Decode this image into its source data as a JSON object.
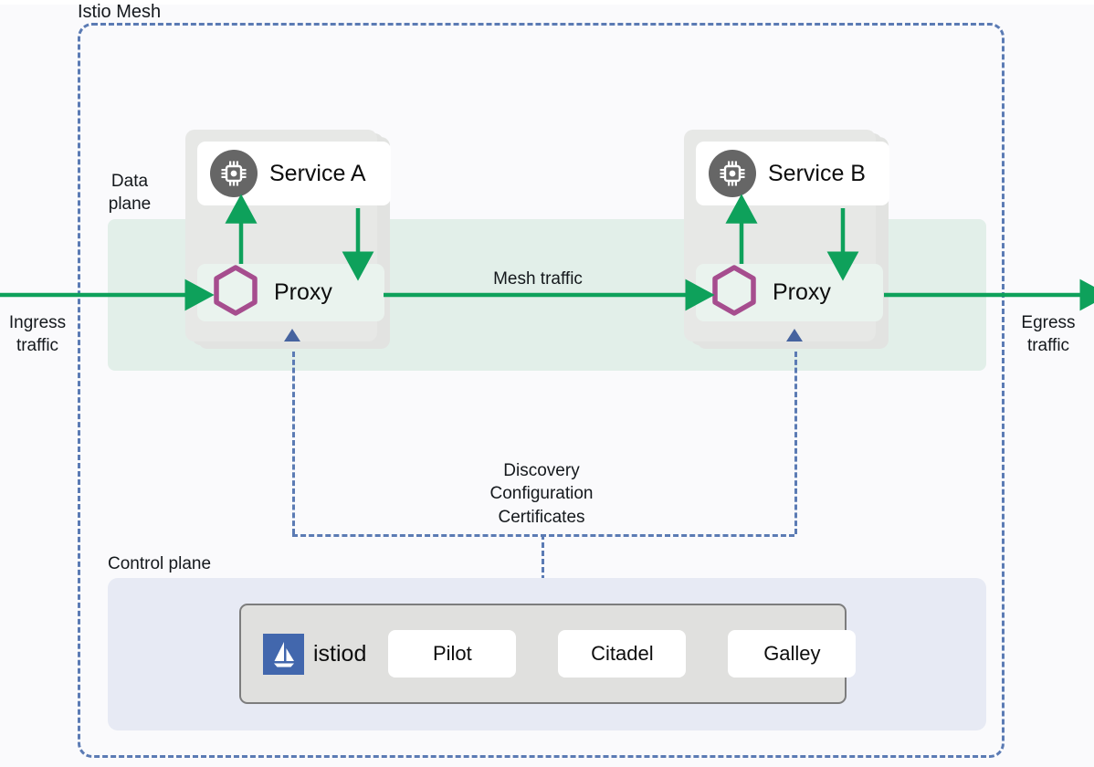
{
  "diagram": {
    "title": "Istio Mesh",
    "planes": {
      "data_plane_label": "Data\nplane",
      "data_plane_label_line1": "Data",
      "data_plane_label_line2": "plane",
      "control_plane_label": "Control plane"
    },
    "traffic": {
      "ingress": "Ingress\ntraffic",
      "ingress_line1": "Ingress",
      "ingress_line2": "traffic",
      "egress": "Egress\ntraffic",
      "egress_line1": "Egress",
      "egress_line2": "traffic",
      "mesh": "Mesh traffic"
    },
    "control_channel": {
      "line1": "Discovery",
      "line2": "Configuration",
      "line3": "Certificates"
    },
    "pods": [
      {
        "service_name": "Service A",
        "service_icon": "cpu-chip-icon",
        "proxy_name": "Proxy",
        "proxy_icon": "hexagon-envoy-icon"
      },
      {
        "service_name": "Service B",
        "service_icon": "cpu-chip-icon",
        "proxy_name": "Proxy",
        "proxy_icon": "hexagon-envoy-icon"
      }
    ],
    "control_plane": {
      "brand": "istiod",
      "brand_icon": "istio-sailboat-logo",
      "components": [
        {
          "label": "Pilot"
        },
        {
          "label": "Citadel"
        },
        {
          "label": "Galley"
        }
      ]
    },
    "colors": {
      "mesh_border": "#5b7bb4",
      "data_plane_band": "#e2efe9",
      "control_plane_band": "#e7eaf4",
      "pod_card": "#e7e8e6",
      "traffic_arrow": "#0ea15b",
      "proxy_hexagon": "#a64d8e",
      "service_icon_bg": "#666666",
      "istiod_logo_bg": "#4267ad",
      "istiod_panel_bg": "#e0e0de",
      "background": "#fafafc"
    }
  }
}
